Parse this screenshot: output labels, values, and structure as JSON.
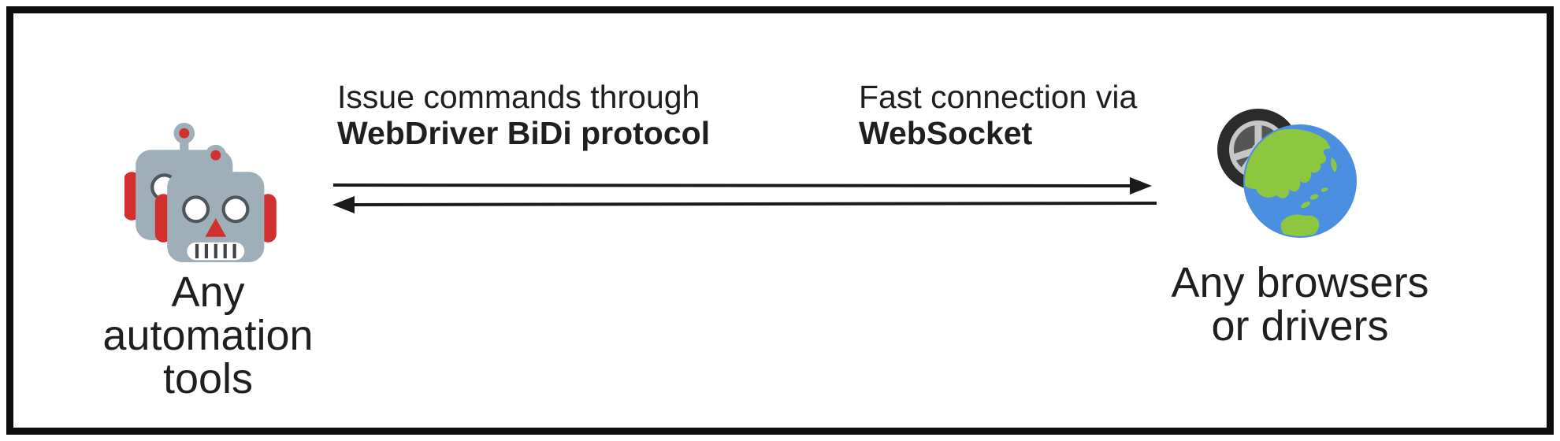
{
  "diagram": {
    "left_node": {
      "icon": "robots-icon",
      "label_lines": [
        "Any",
        "automation",
        "tools"
      ]
    },
    "connection": {
      "top_arrow_direction": "left-to-right",
      "bottom_arrow_direction": "right-to-left",
      "left_caption": {
        "regular": "Issue commands through",
        "bold": "WebDriver BiDi protocol"
      },
      "right_caption": {
        "regular": "Fast connection via",
        "bold": "WebSocket"
      }
    },
    "right_node": {
      "icon": "wheel-globe-icon",
      "label_lines": [
        "Any browsers",
        "or drivers"
      ]
    },
    "colors": {
      "frame": "#0d0d0d",
      "text": "#1f1f1f",
      "arrow": "#1a1a1a",
      "robot_body": "#9fafba",
      "robot_accent": "#d22f2f",
      "globe_water": "#4a8fe0",
      "globe_land": "#8dc63f",
      "tire": "#2b2b2b",
      "rim": "#c6c6c6"
    }
  }
}
